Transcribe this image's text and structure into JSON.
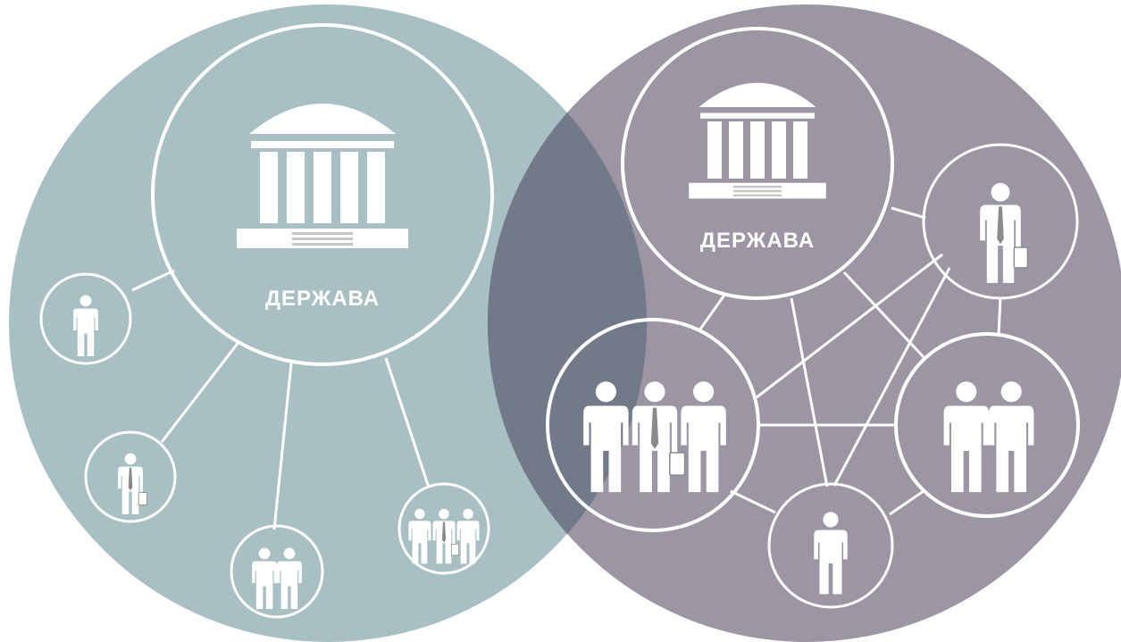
{
  "colors": {
    "left_circle": "#a8c0c4",
    "right_circle": "#9c95a4",
    "overlap": "#727a8a",
    "stroke": "#ffffff"
  },
  "left_panel": {
    "state_label": "ДЕРЖАВА",
    "state_icon": "government-building-icon",
    "nodes": [
      {
        "id": "citizen",
        "icon": "person-icon"
      },
      {
        "id": "business",
        "icon": "businessman-icon"
      },
      {
        "id": "pair",
        "icon": "two-people-icon"
      },
      {
        "id": "group",
        "icon": "group-icon"
      }
    ]
  },
  "right_panel": {
    "state_label": "ДЕРЖАВА",
    "state_icon": "government-building-icon",
    "nodes": [
      {
        "id": "businessman",
        "icon": "businessman-icon"
      },
      {
        "id": "group",
        "icon": "group-icon"
      },
      {
        "id": "pair",
        "icon": "two-people-icon"
      },
      {
        "id": "citizen",
        "icon": "person-icon"
      }
    ]
  }
}
